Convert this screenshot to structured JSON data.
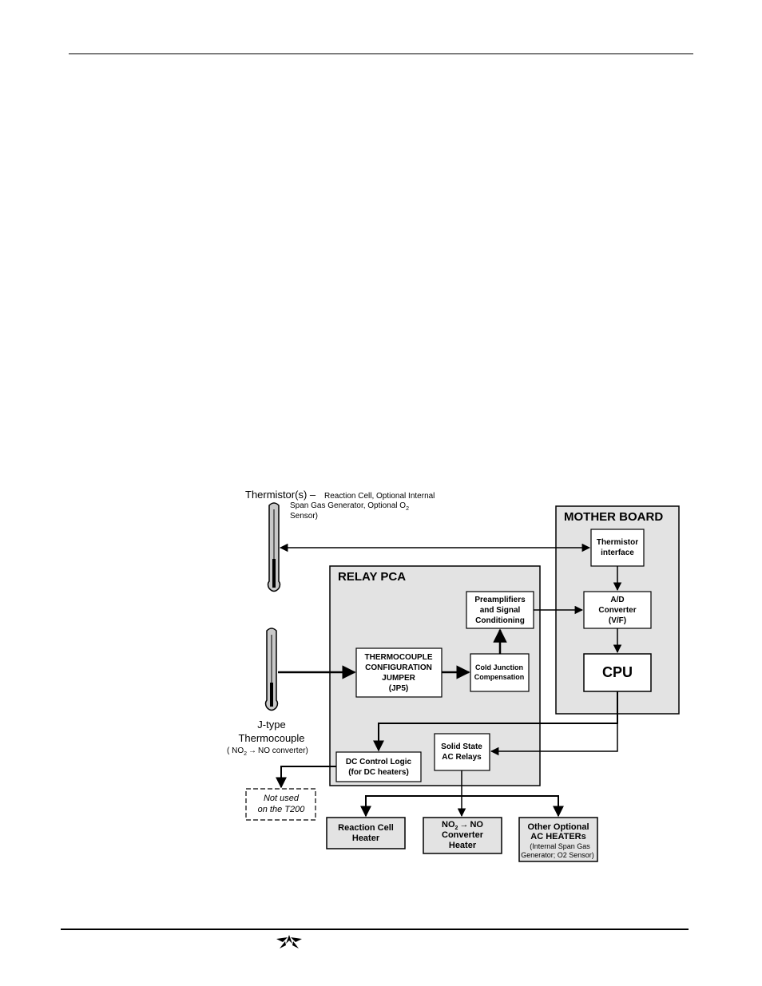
{
  "thermistor": {
    "title": "Thermistor(s) –",
    "line1": "Reaction Cell, Optional Internal",
    "line2": "Span Gas Generator, Optional O",
    "line2_sub": "2",
    "line3": "Sensor)"
  },
  "thermocouple": {
    "line1": "J-type",
    "line2": "Thermocouple",
    "line3_open": "( NO",
    "line3_sub": "2",
    "line3_arrow": "→",
    "line3_rest": "NO converter)"
  },
  "mother_board": {
    "title": "MOTHER BOARD",
    "thermistor_interface": [
      "Thermistor",
      "interface"
    ],
    "ad_converter": [
      "A/D",
      "Converter",
      "(V/F)"
    ],
    "cpu": "CPU"
  },
  "relay_pca": {
    "title": "RELAY PCA",
    "preamplifiers": [
      "Preamplifiers",
      "and Signal",
      "Conditioning"
    ],
    "jumper": [
      "THERMOCOUPLE",
      "CONFIGURATION",
      "JUMPER",
      "(JP5)"
    ],
    "cold_junction": [
      "Cold Junction",
      "Compensation"
    ],
    "dc_control": [
      "DC Control Logic",
      "(for DC heaters)"
    ],
    "ac_relays": [
      "Solid State",
      "AC Relays"
    ]
  },
  "outputs": {
    "not_used": [
      "Not used",
      "on the T200"
    ],
    "reaction_cell_heater": [
      "Reaction Cell",
      "Heater"
    ],
    "converter_heater": {
      "line1_open": "NO",
      "line1_sub": "2",
      "line1_arrow": "→",
      "line1_rest": "NO",
      "line2": "Converter",
      "line3": "Heater"
    },
    "optional_heaters": [
      "Other Optional",
      "AC HEATERs",
      "(Internal Span Gas",
      "Generator; O2 Sensor)"
    ]
  },
  "colors": {
    "board_fill": "#e3e3e3",
    "box_fill": "#ffffff",
    "line": "#000000"
  }
}
